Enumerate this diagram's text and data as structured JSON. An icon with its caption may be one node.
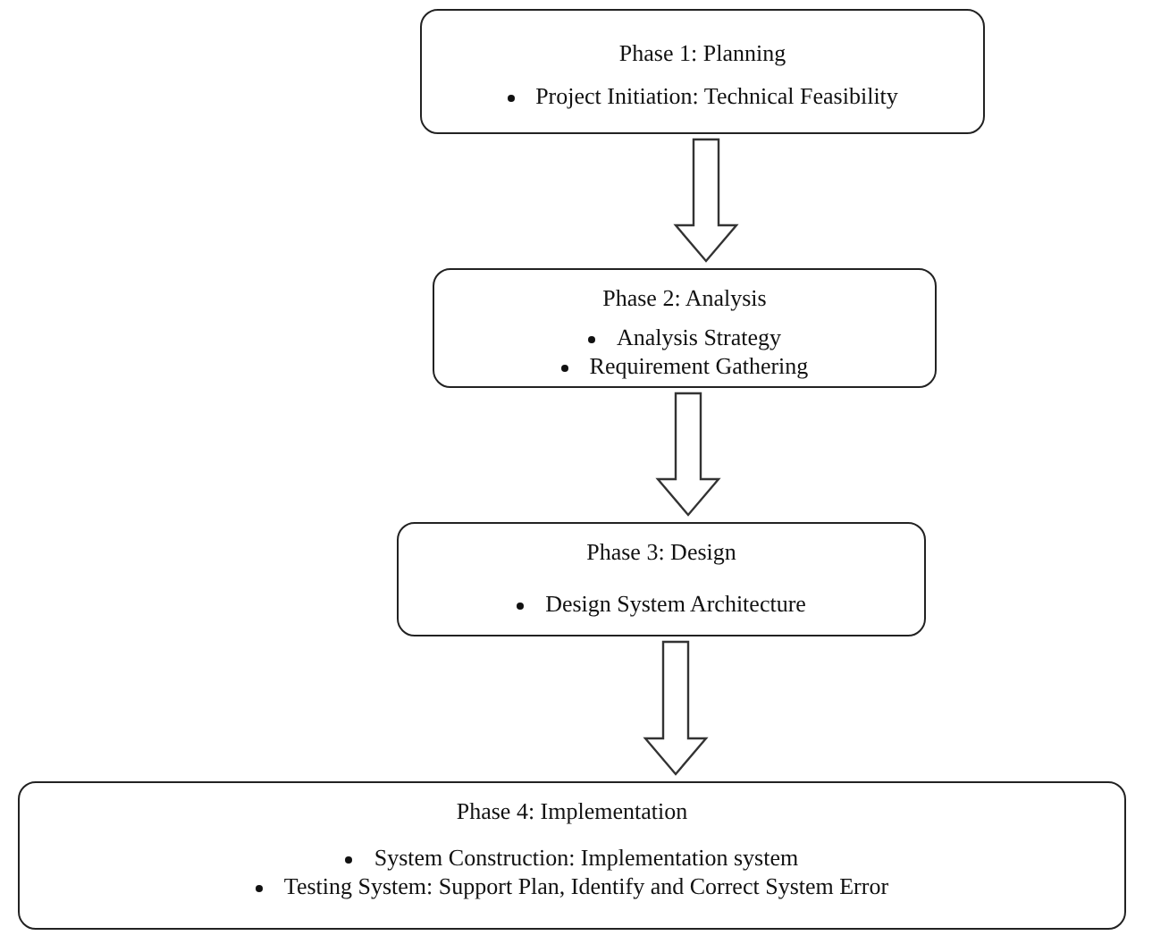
{
  "diagram": {
    "nodes": [
      {
        "text": [
          "Phase 1: Planning",
          "Project Initiation: Technical Feasibility"
        ]
      },
      {
        "text": [
          "Phase 2: Analysis",
          "Analysis Strategy",
          "Requirement Gathering"
        ]
      },
      {
        "text": [
          "Phase 3: Design",
          "Design System Architecture"
        ]
      },
      {
        "text": [
          "Phase 4: Implementation",
          "System Construction: Implementation system",
          "Testing System: Support Plan, Identify and Correct System Error"
        ]
      }
    ],
    "edges": [
      {
        "from": 0,
        "to": 1,
        "arrow": "to"
      },
      {
        "from": 1,
        "to": 2,
        "arrow": "to"
      },
      {
        "from": 2,
        "to": 3,
        "arrow": "to"
      }
    ]
  }
}
